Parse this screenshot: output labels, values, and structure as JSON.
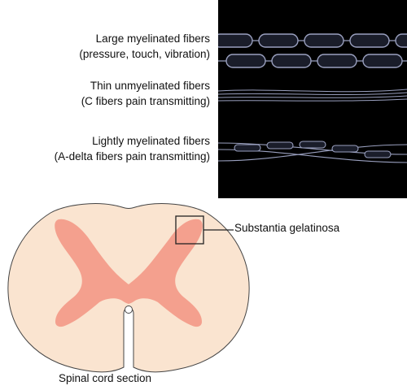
{
  "fibers": [
    {
      "line1": "Large myelinated fibers",
      "line2": "(pressure, touch, vibration)"
    },
    {
      "line1": "Thin unmyelinated fibers",
      "line2": "(C fibers pain transmitting)"
    },
    {
      "line1": "Lightly myelinated fibers",
      "line2": "(A-delta fibers pain transmitting)"
    }
  ],
  "substantia_label": "Substantia gelatinosa",
  "section_caption": "Spinal cord section",
  "colors": {
    "panel_bg": "#000000",
    "fiber_stroke": "#9aa0bf",
    "white_matter": "#fae4d0",
    "gray_matter": "#f4a08e",
    "outline": "#444444"
  }
}
